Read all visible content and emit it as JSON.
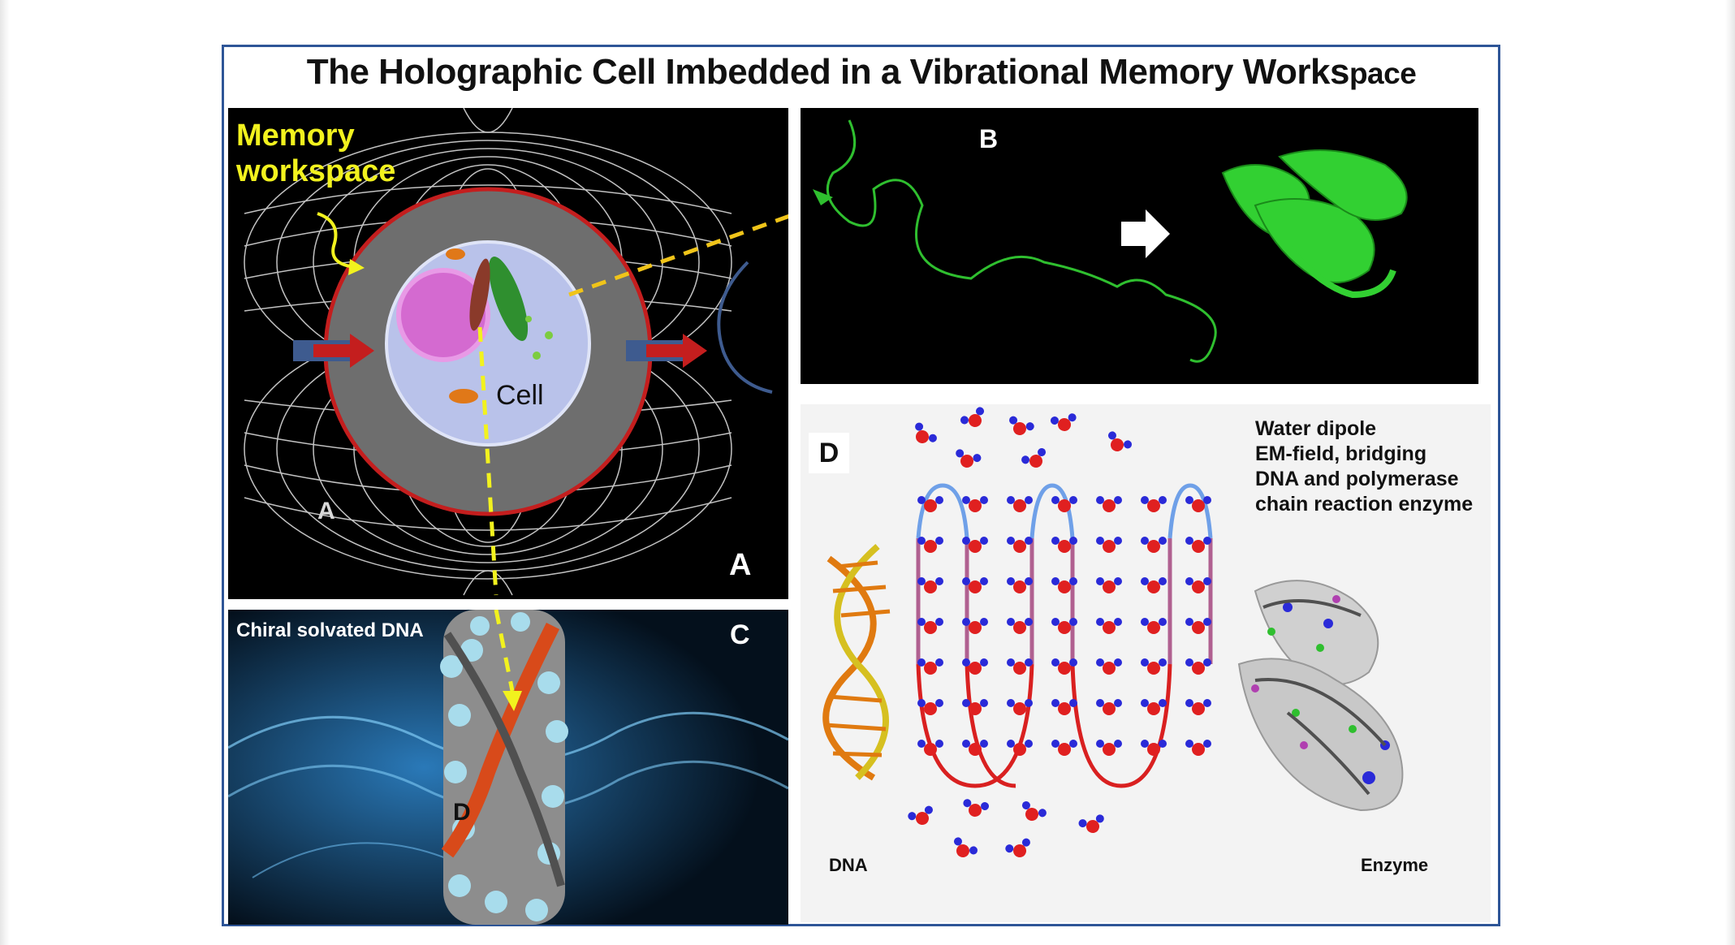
{
  "figure": {
    "title_main": "The Holographic Cell Imbedded in a Vibrational Memory Works",
    "title_tail": "pace"
  },
  "panel_a": {
    "label_memory_line1": "Memory",
    "label_memory_line2": "workspace",
    "label_cell": "Cell",
    "label_a_inner": "A",
    "label_a_corner": "A",
    "colors": {
      "memory_text": "#f2f21e",
      "ring": "#c41e1e",
      "arrow": "#f0c419"
    }
  },
  "panel_b": {
    "label": "B",
    "colors": {
      "protein": "#2fbf2f",
      "arrow": "#ffffff"
    }
  },
  "panel_c": {
    "caption": "Chiral solvated DNA",
    "label": "C",
    "label_d": "D"
  },
  "panel_d": {
    "label": "D",
    "legend_line1": "Water dipole",
    "legend_line2": "EM-field, bridging",
    "legend_line3": "DNA and polymerase",
    "legend_line4": "chain reaction enzyme",
    "caption_dna": "DNA",
    "caption_enzyme": "Enzyme",
    "colors": {
      "oxygen": "#e02020",
      "hydrogen": "#2a2ad8",
      "dna": "#e07a10",
      "wave_top": "#6fa0e8",
      "wave_bottom": "#d92020"
    }
  }
}
